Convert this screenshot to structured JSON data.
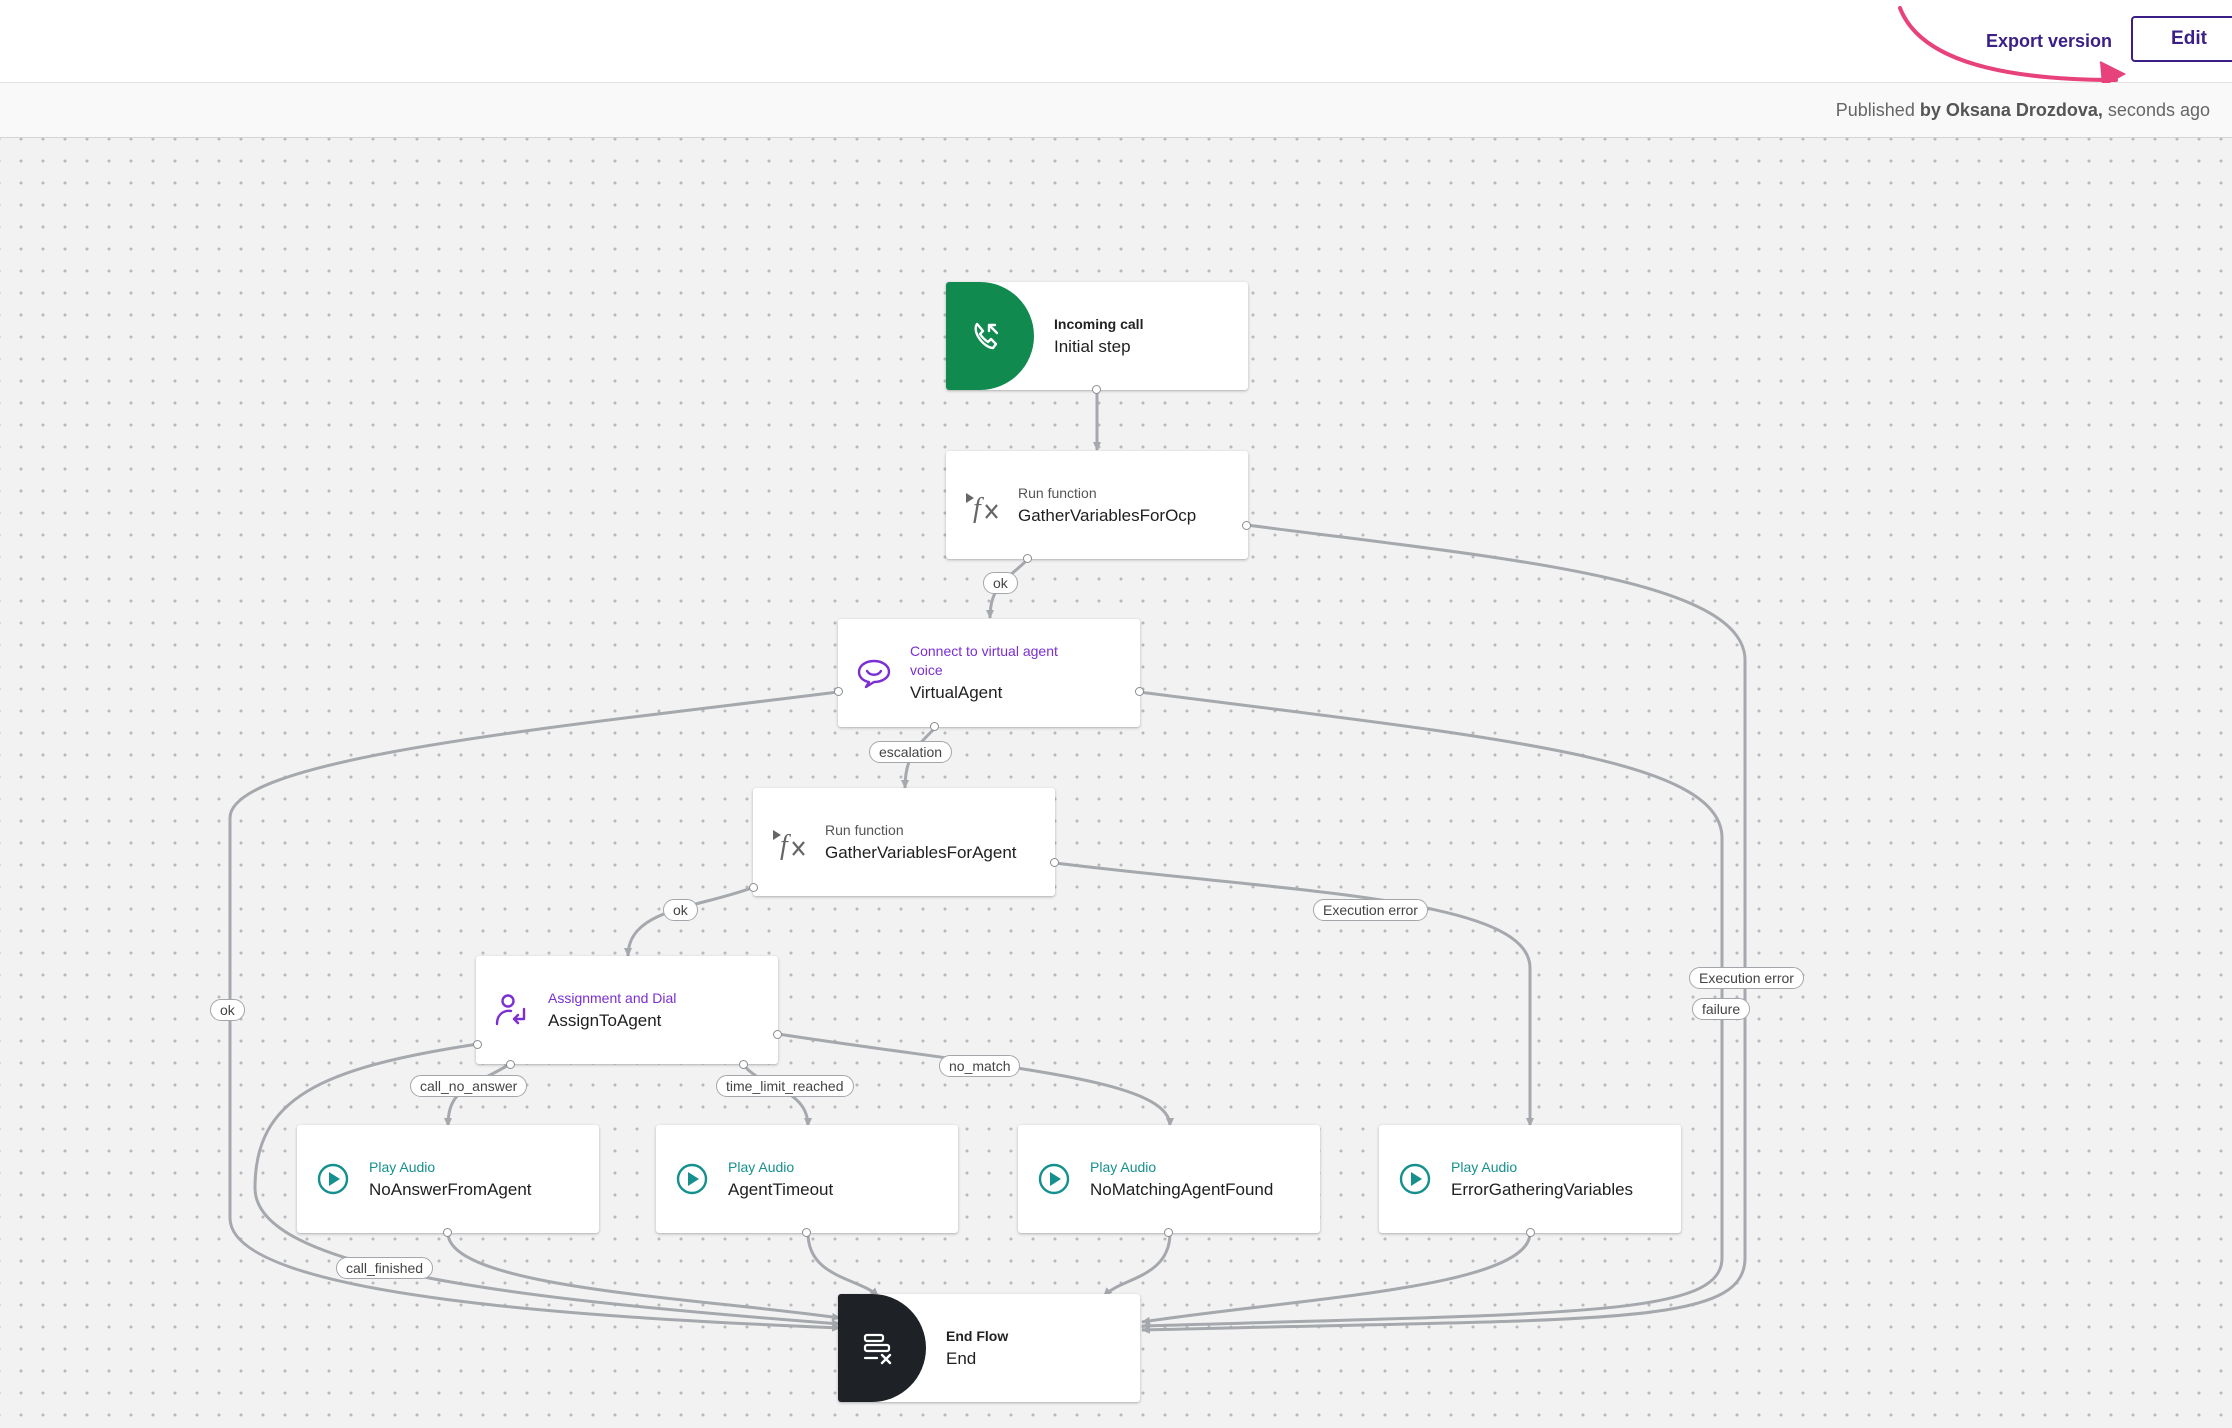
{
  "header": {
    "export_label": "Export version",
    "edit_label": "Edit"
  },
  "status": {
    "prefix": "Published",
    "by": "by Oksana Drozdova,",
    "when": "seconds ago"
  },
  "colors": {
    "accent": "#3b1f86",
    "annotation_arrow": "#e8427c",
    "start_node": "#118a4f",
    "end_node": "#1e2227",
    "virtual_agent": "#7b2fd1",
    "play_audio": "#16908e",
    "edge": "#a5a8ac"
  },
  "flow": {
    "nodes": {
      "incoming": {
        "type": "Incoming call",
        "name": "Initial step",
        "icon": "phone-incoming-icon"
      },
      "gather_ocp": {
        "type": "Run function",
        "name": "GatherVariablesForOcp",
        "icon": "function-icon"
      },
      "virtual_agent": {
        "type": "Connect to virtual agent voice",
        "name": "VirtualAgent",
        "icon": "speech-bubble-icon"
      },
      "gather_agent": {
        "type": "Run function",
        "name": "GatherVariablesForAgent",
        "icon": "function-icon"
      },
      "assign": {
        "type": "Assignment and Dial",
        "name": "AssignToAgent",
        "icon": "person-dial-icon"
      },
      "no_answer": {
        "type": "Play Audio",
        "name": "NoAnswerFromAgent",
        "icon": "play-circle-icon"
      },
      "timeout": {
        "type": "Play Audio",
        "name": "AgentTimeout",
        "icon": "play-circle-icon"
      },
      "no_match": {
        "type": "Play Audio",
        "name": "NoMatchingAgentFound",
        "icon": "play-circle-icon"
      },
      "error_gather": {
        "type": "Play Audio",
        "name": "ErrorGatheringVariables",
        "icon": "play-circle-icon"
      },
      "end": {
        "type": "End Flow",
        "name": "End",
        "icon": "end-flow-icon"
      }
    },
    "edge_labels": {
      "ok1": "ok",
      "escalation": "escalation",
      "ok2": "ok",
      "execution_error1": "Execution error",
      "execution_error2": "Execution error",
      "failure": "failure",
      "ok3": "ok",
      "call_no_answer": "call_no_answer",
      "time_limit_reached": "time_limit_reached",
      "no_match": "no_match",
      "call_finished": "call_finished"
    }
  }
}
